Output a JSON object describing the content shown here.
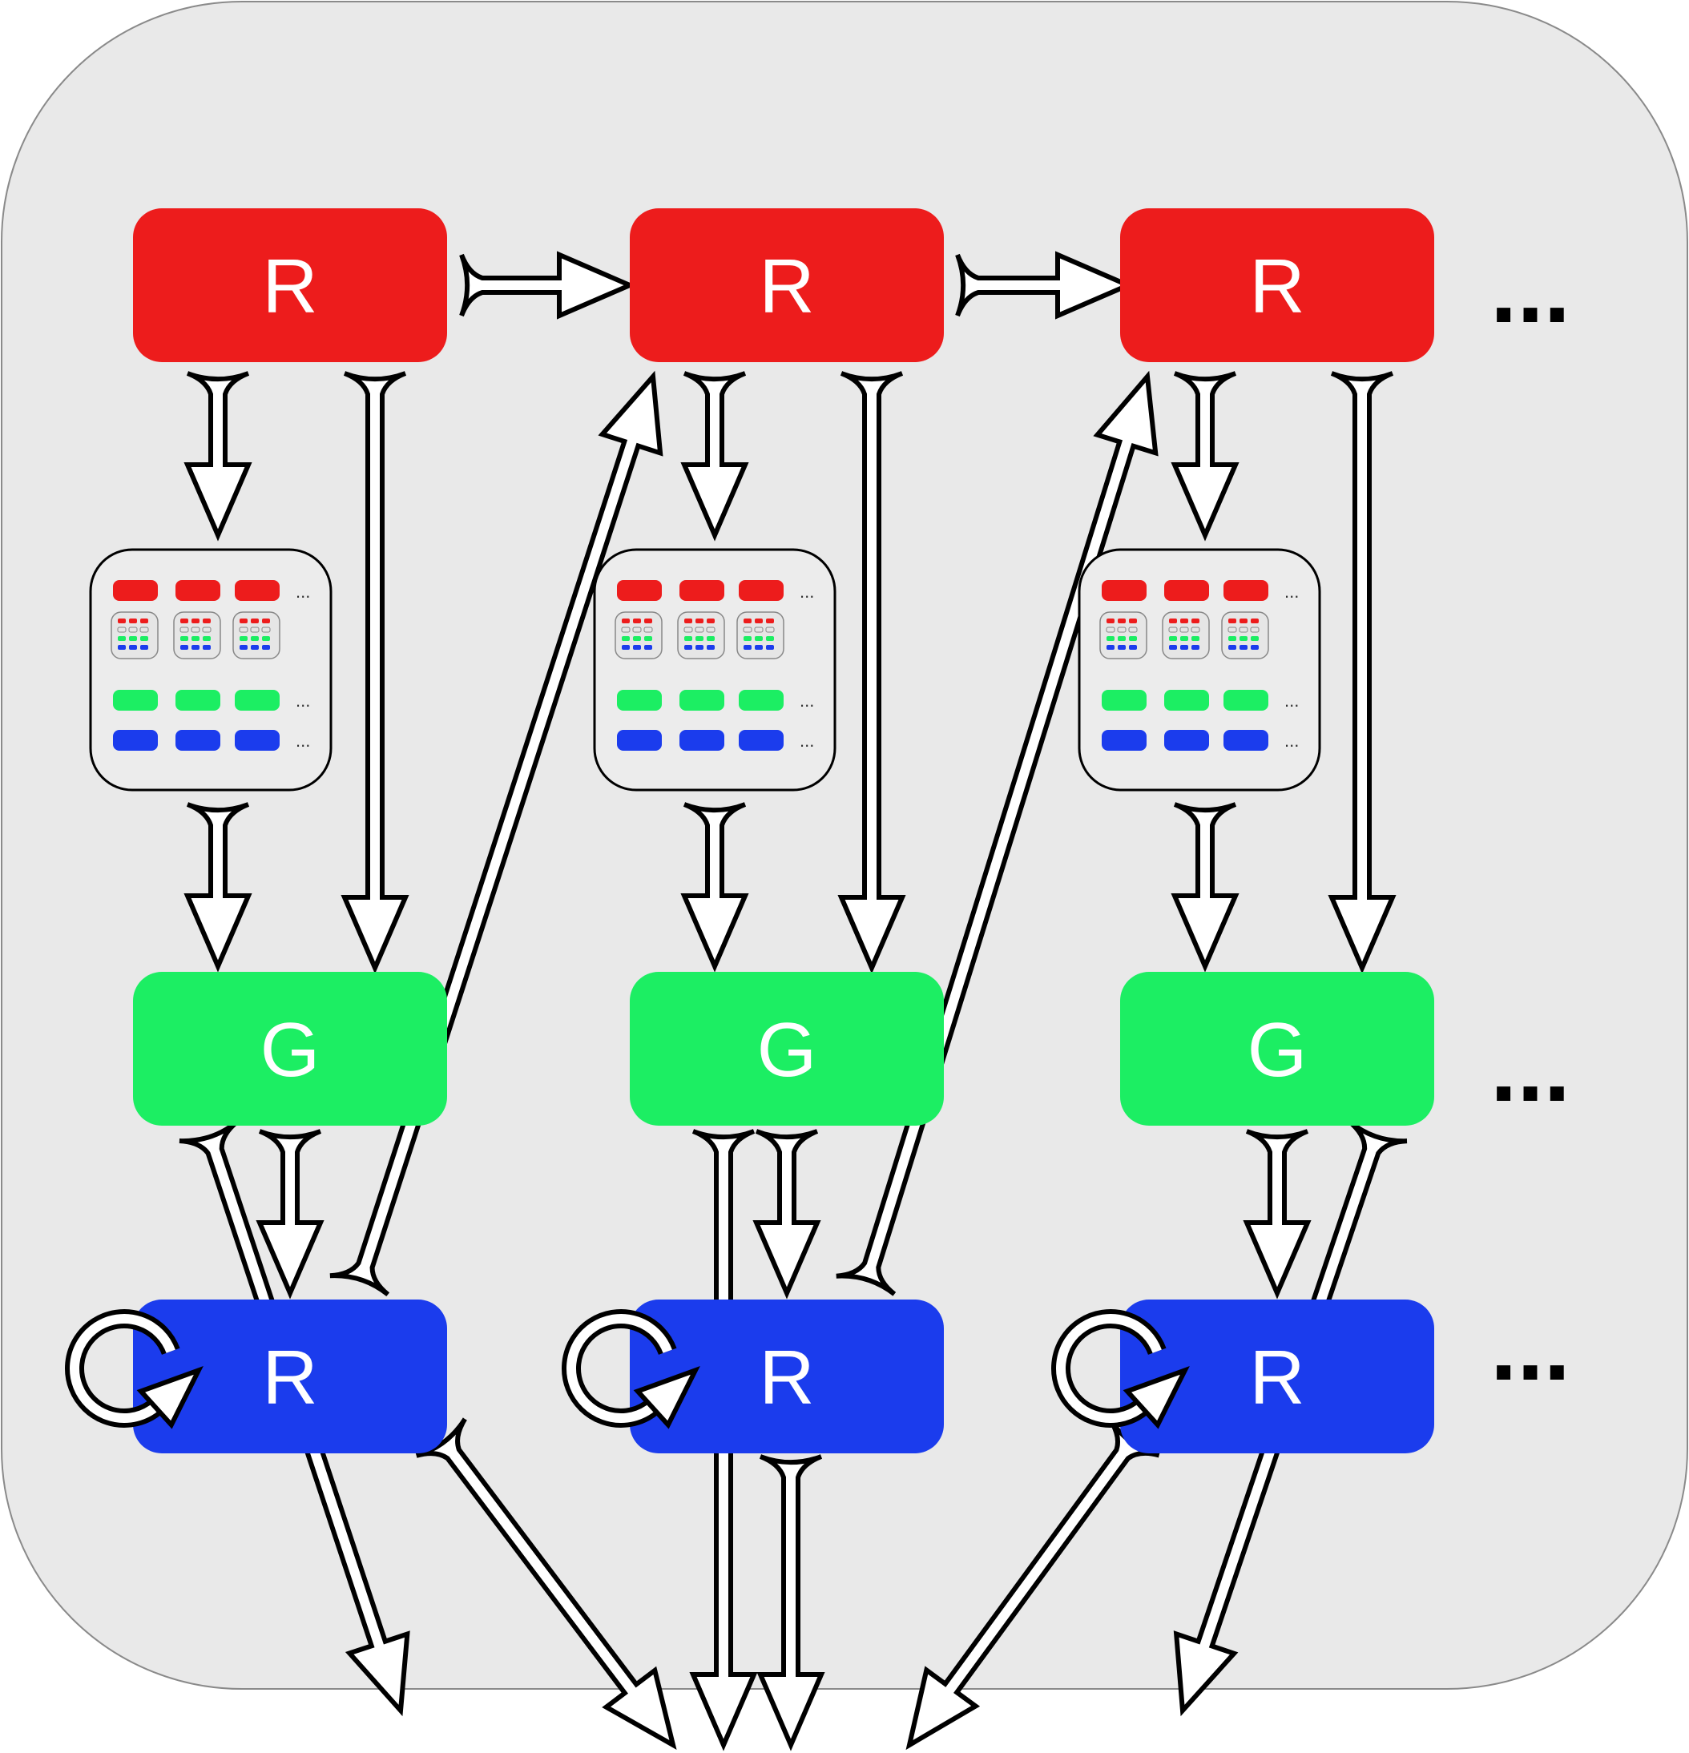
{
  "colors": {
    "background": "#e9e9e9",
    "red": "#ed1c1c",
    "green": "#1cee63",
    "blue": "#1b3ced",
    "arrow_fill": "#ffffff",
    "arrow_stroke": "#000000"
  },
  "rows": {
    "top": {
      "label": "R",
      "color": "red"
    },
    "middle": {
      "label": "G",
      "color": "green"
    },
    "bottom": {
      "label": "R",
      "color": "blue"
    }
  },
  "columns": 3,
  "ellipsis": "...",
  "mini_ellipsis": "..."
}
